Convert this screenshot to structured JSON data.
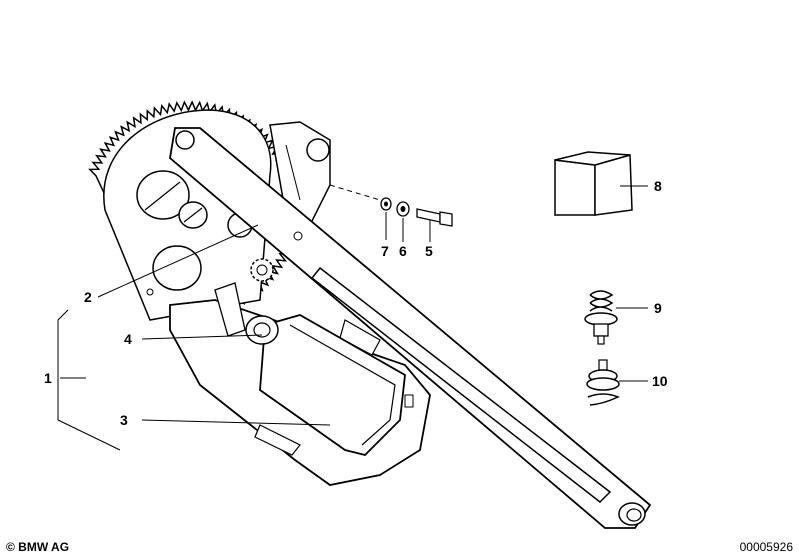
{
  "callouts": {
    "c1": "1",
    "c2": "2",
    "c3": "3",
    "c4": "4",
    "c5": "5",
    "c6": "6",
    "c7": "7",
    "c8": "8",
    "c9": "9",
    "c10": "10"
  },
  "footer": {
    "copyright": "© BMW AG",
    "diagram_id": "00005926"
  }
}
